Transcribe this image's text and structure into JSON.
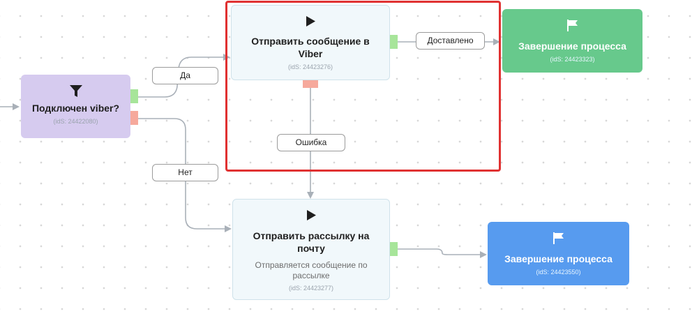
{
  "nodes": {
    "viber_check": {
      "title": "Подключен viber?",
      "id": "(idS: 24422080)",
      "icon": "filter-icon"
    },
    "send_viber": {
      "title": "Отправить сообщение в Viber",
      "id": "(idS: 24423276)",
      "icon": "play-icon"
    },
    "end_top": {
      "title": "Завершение процесса",
      "id": "(idS: 24423323)",
      "icon": "flag-icon"
    },
    "send_email": {
      "title": "Отправить рассылку на почту",
      "description": "Отправляется сообщение по рассылке",
      "id": "(idS: 24423277)",
      "icon": "play-icon"
    },
    "end_bottom": {
      "title": "Завершение процесса",
      "id": "(idS: 24423550)",
      "icon": "flag-icon"
    }
  },
  "edge_labels": {
    "yes": "Да",
    "no": "Нет",
    "delivered": "Доставлено",
    "error": "Ошибка"
  },
  "colors": {
    "filter_node": "#d6cbef",
    "action_node": "#f1f8fb",
    "end_green": "#67c98c",
    "end_blue": "#579bef",
    "port_success": "#a7e59a",
    "port_error": "#f6a99c",
    "highlight": "#e03131",
    "connector": "#a9b0b8"
  }
}
